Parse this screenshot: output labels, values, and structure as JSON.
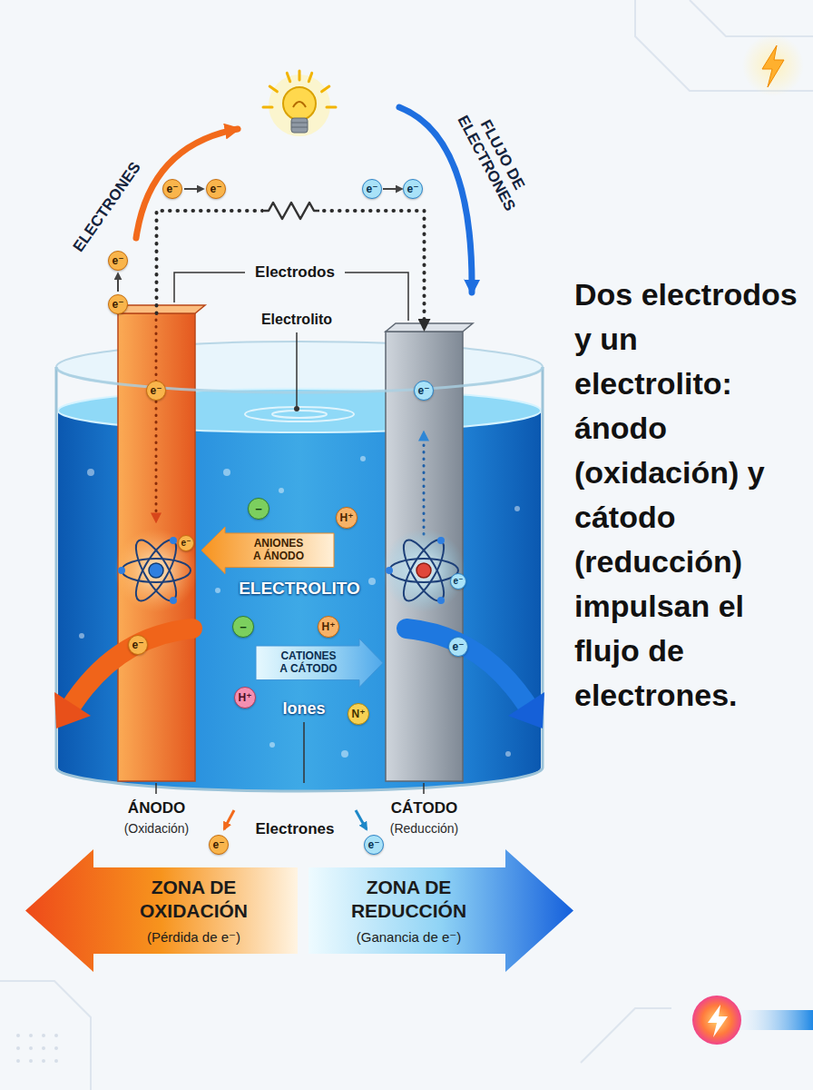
{
  "diagram": {
    "caption": "Dos electrodos y un electrolito: ánodo (oxidación) y cátodo (reducción) impulsan el flujo de electrones.",
    "nodes": [
      {
        "text": [
          "ÁNODO",
          "(Oxidación)"
        ]
      },
      {
        "text": [
          "ELECTROLITO",
          "Iones"
        ]
      },
      {
        "text": [
          "ANIONES A ÁNODO"
        ],
        "in": 1
      },
      {
        "text": [
          "CATIONES A CÁTODO"
        ],
        "in": 1
      },
      {
        "text": [
          "CÁTODO",
          "(Reducción)"
        ]
      },
      {
        "text": [
          "ZONA DE OXIDACIÓN",
          "(Pérdida de e⁻)"
        ]
      },
      {
        "text": [
          "ZONA DE REDUCCIÓN",
          "(Ganancia de e⁻)"
        ]
      }
    ],
    "edges": [
      {
        "from": 0,
        "to": 4,
        "arrow": "to"
      }
    ],
    "labels": [
      "ELECTRONES",
      "FLUJO DE ELECTRONES",
      "e⁻",
      "e⁻",
      "e⁻",
      "e⁻",
      "e⁻",
      "e⁻",
      "Electrodos",
      "Electrolito",
      "e⁻",
      "e⁻",
      "−",
      "H⁺",
      "e⁻",
      "e⁻",
      "−",
      "H⁺",
      "e⁻",
      "e⁻",
      "H⁺",
      "N⁺",
      "Electrones",
      "e⁻",
      "e⁻"
    ]
  }
}
